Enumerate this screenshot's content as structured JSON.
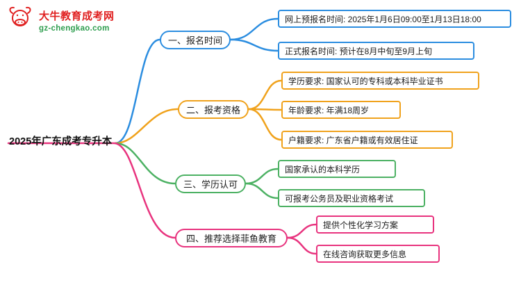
{
  "logo": {
    "site_name": "大牛教育成考网",
    "site_url": "gz-chengkao.com",
    "brand_color": "#e02020",
    "url_color": "#2e9e4f"
  },
  "root": {
    "label": "2025年广东成考专升本"
  },
  "branches": [
    {
      "label": "一、报名时间",
      "color": "#2b8de0",
      "leaves": [
        "网上预报名时间: 2025年1月6日09:00至1月13日18:00",
        "正式报名时间: 预计在8月中旬至9月上旬"
      ]
    },
    {
      "label": "二、报考资格",
      "color": "#f0a21c",
      "leaves": [
        "学历要求: 国家认可的专科或本科毕业证书",
        "年龄要求: 年满18周岁",
        "户籍要求: 广东省户籍或有效居住证"
      ]
    },
    {
      "label": "三、学历认可",
      "color": "#4cb163",
      "leaves": [
        "国家承认的本科学历",
        "可报考公务员及职业资格考试"
      ]
    },
    {
      "label": "四、推荐选择菲鱼教育",
      "color": "#e8337e",
      "leaves": [
        "提供个性化学习方案",
        "在线咨询获取更多信息"
      ]
    }
  ]
}
